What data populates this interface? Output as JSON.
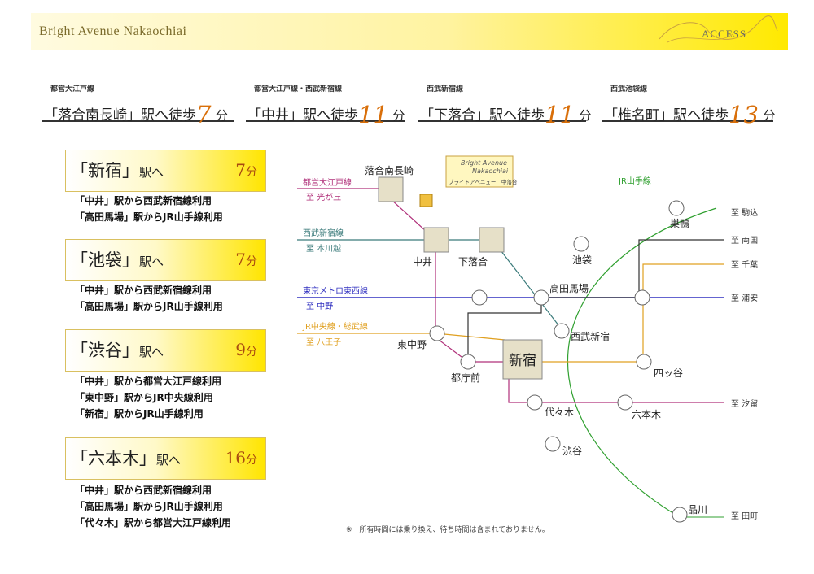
{
  "header": {
    "title": "Bright Avenue Nakaochiai",
    "section": "ACCESS"
  },
  "walk": [
    {
      "line": "都営大江戸線",
      "pre": "「落合南長崎」駅へ徒歩",
      "minutes": "7",
      "unit": "分"
    },
    {
      "line": "都営大江戸線・西武新宿線",
      "pre": "「中井」駅へ徒歩",
      "minutes": "11",
      "unit": "分"
    },
    {
      "line": "西武新宿線",
      "pre": "「下落合」駅へ徒歩",
      "minutes": "11",
      "unit": "分"
    },
    {
      "line": "西武池袋線",
      "pre": "「椎名町」駅へ徒歩",
      "minutes": "13",
      "unit": "分"
    }
  ],
  "destinations": [
    {
      "name": "「新宿」",
      "suffix": "駅へ",
      "minutes": "7",
      "unit": "分",
      "routes": [
        "「中井」駅から西武新宿線利用",
        "「高田馬場」駅からJR山手線利用"
      ]
    },
    {
      "name": "「池袋」",
      "suffix": "駅へ",
      "minutes": "7",
      "unit": "分",
      "routes": [
        "「中井」駅から西武新宿線利用",
        "「高田馬場」駅からJR山手線利用"
      ]
    },
    {
      "name": "「渋谷」",
      "suffix": "駅へ",
      "minutes": "9",
      "unit": "分",
      "routes": [
        "「中井」駅から都営大江戸線利用",
        "「東中野」駅からJR中央線利用",
        "「新宿」駅からJR山手線利用"
      ]
    },
    {
      "name": "「六本木」",
      "suffix": "駅へ",
      "minutes": "16",
      "unit": "分",
      "routes": [
        "「中井」駅から西武新宿線利用",
        "「高田馬場」駅からJR山手線利用",
        "「代々木」駅から都営大江戸線利用"
      ]
    }
  ],
  "map": {
    "property_label_en": [
      "Bright Avenue",
      "Nakaochiai"
    ],
    "property_label_jp": "ブライトアベニュー　中落合",
    "lines": {
      "oedo": {
        "name": "都営大江戸線",
        "dest": "至 光が丘",
        "color": "#b0307a"
      },
      "seibu": {
        "name": "西武新宿線",
        "dest": "至 本川越",
        "color": "#3a7a7a"
      },
      "tozai": {
        "name": "東京メトロ東西線",
        "dest": "至 中野",
        "color": "#3030c0"
      },
      "chuo": {
        "name": "JR中央線・総武線",
        "dest": "至 八王子",
        "color": "#e0a020"
      },
      "yamanote": {
        "name": "JR山手線",
        "color": "#30a030"
      }
    },
    "stations": {
      "ochiai_minami_nagasaki": "落合南長崎",
      "nakai": "中井",
      "shimo_ochiai": "下落合",
      "ikebukuro": "池袋",
      "sugamo": "巣鴨",
      "takadanobaba": "高田馬場",
      "higashi_nakano": "東中野",
      "seibu_shinjuku": "西武新宿",
      "tochomae": "都庁前",
      "shinjuku": "新宿",
      "yotsuya": "四ッ谷",
      "yoyogi": "代々木",
      "roppongi": "六本木",
      "shibuya": "渋谷",
      "shinagawa": "品川"
    },
    "right_dests": [
      "至 駒込",
      "至 両国",
      "至 千葉",
      "至 浦安",
      "至 汐留",
      "至 田町"
    ]
  },
  "note": "※　所有時間には乗り換え、待ち時間は含まれておりません。"
}
